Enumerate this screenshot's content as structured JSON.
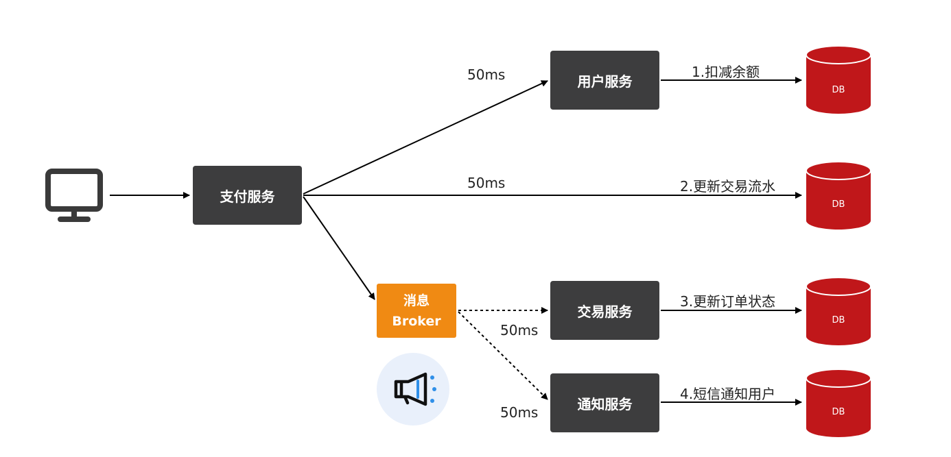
{
  "nodes": {
    "pay": "支付服务",
    "user": "用户服务",
    "trade": "交易服务",
    "notify": "通知服务",
    "broker_line1": "消息",
    "broker_line2": "Broker"
  },
  "latency": {
    "user": "50ms",
    "ledger": "50ms",
    "trade": "50ms",
    "notify": "50ms"
  },
  "steps": {
    "s1": "1.扣减余额",
    "s2": "2.更新交易流水",
    "s3": "3.更新订单状态",
    "s4": "4.短信通知用户"
  },
  "db": {
    "label": "DB",
    "color": "#c0171a"
  },
  "icons": {
    "client": "monitor-icon",
    "broker": "megaphone-icon"
  },
  "colors": {
    "box": "#3d3d3e",
    "broker": "#f08a13",
    "arrow": "#000000",
    "megaphone_bg": "#e9f0fb",
    "megaphone_accent": "#2f8fe8"
  }
}
